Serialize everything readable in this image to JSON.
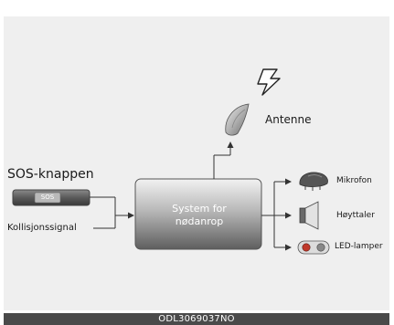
{
  "labels": {
    "sos_button_title": "SOS-knappen",
    "sos_button_text": "SOS",
    "collision_signal": "Kollisjonssignal",
    "system_line1": "System for",
    "system_line2": "nødanrop",
    "antenna": "Antenne",
    "microphone": "Mikrofon",
    "speaker": "Høyttaler",
    "led_lamps": "LED-lamper"
  },
  "footer": {
    "code": "ODL3069037NO"
  },
  "colors": {
    "panel_bg": "#efefef",
    "box_gradient_top": "#f2f2f2",
    "box_gradient_bottom": "#5e5e5e",
    "line": "#333333",
    "footer_bg": "#4a4a4a"
  }
}
